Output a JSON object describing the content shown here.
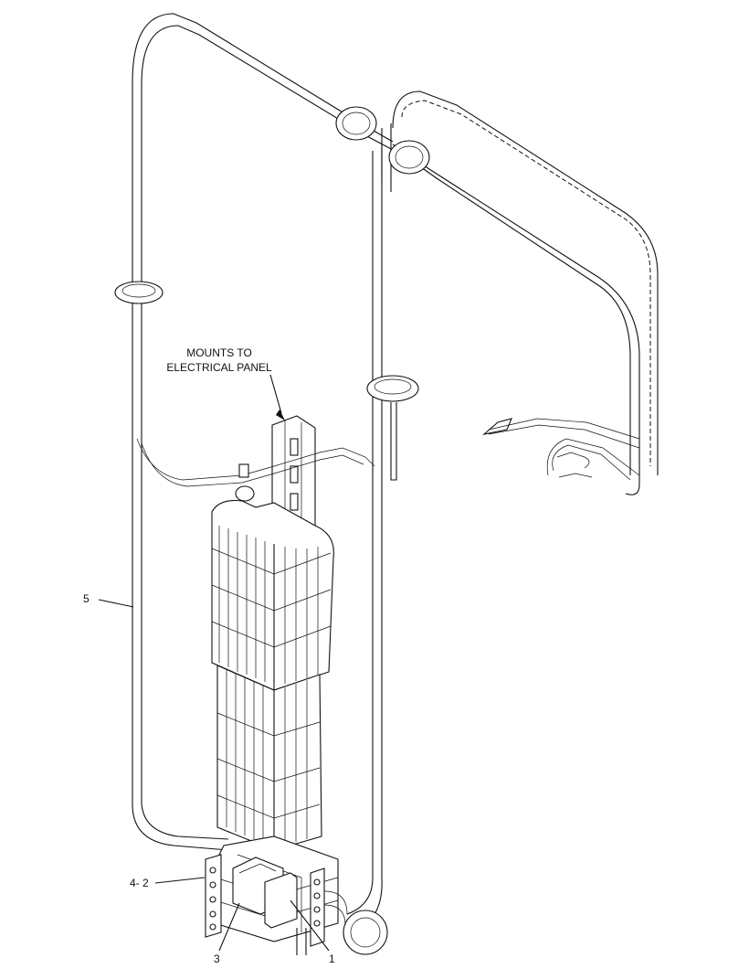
{
  "callouts": {
    "mount_note_line1": "MOUNTS TO",
    "mount_note_line2": "ELECTRICAL PANEL",
    "item_5": "5",
    "item_4_2": "4- 2",
    "item_3": "3",
    "item_1": "1"
  }
}
